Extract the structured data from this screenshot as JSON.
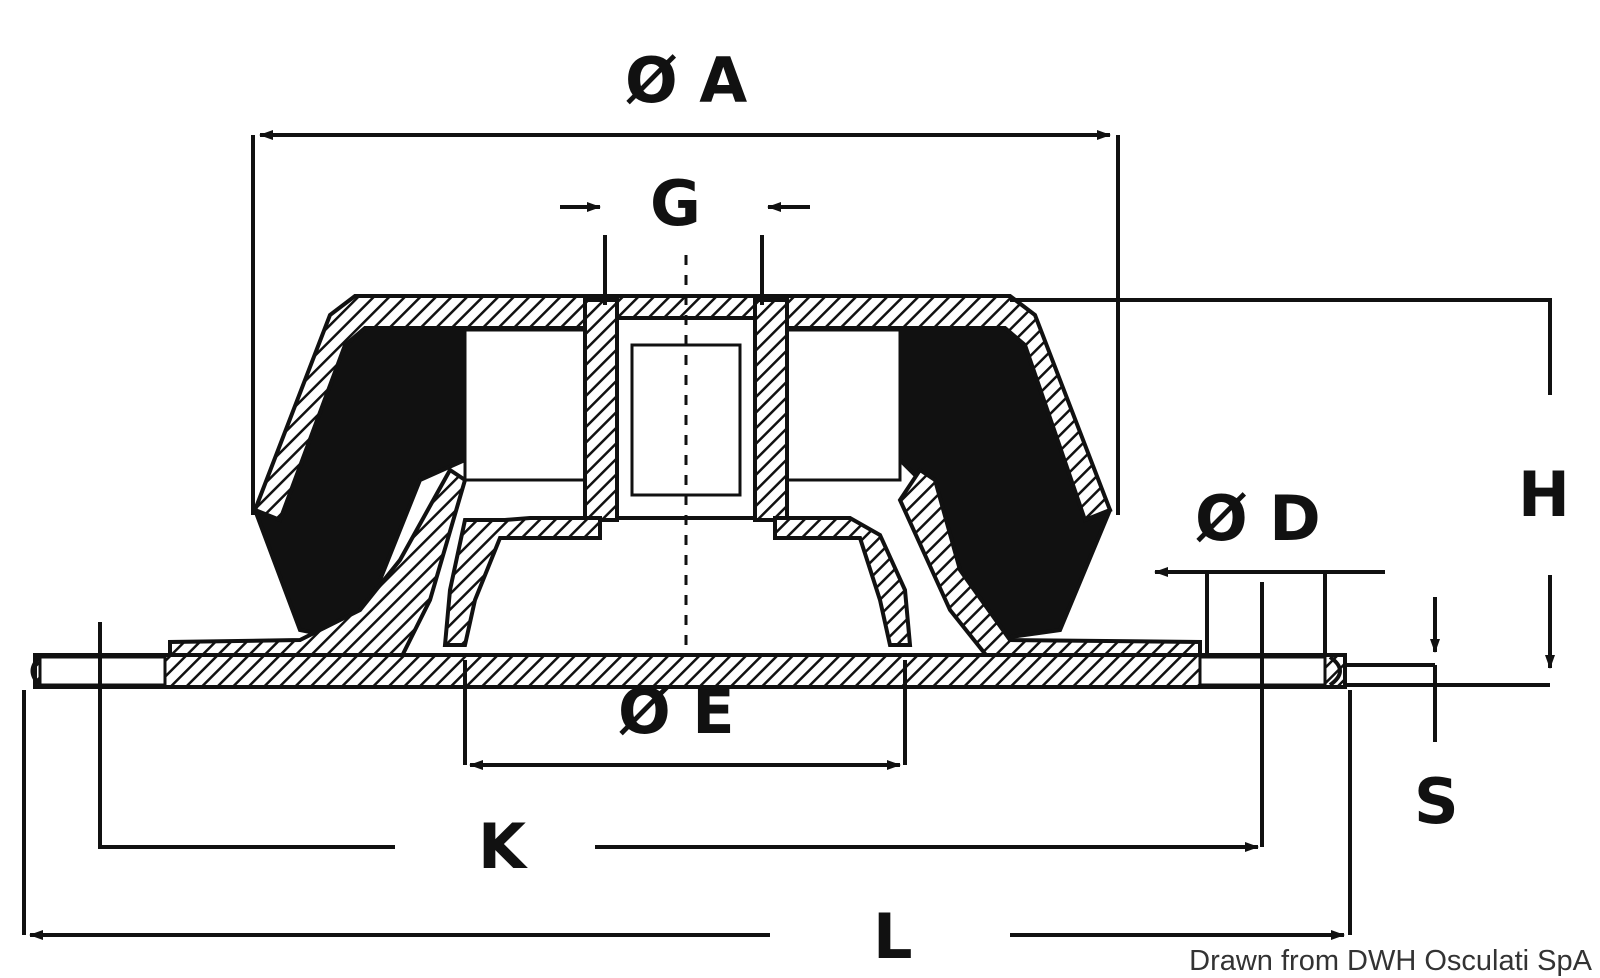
{
  "dimensions": {
    "a": "Ø A",
    "g": "G",
    "h": "H",
    "d": "Ø D",
    "s": "S",
    "e": "Ø E",
    "k": "K",
    "l": "L"
  },
  "credit": "Drawn from DWH Osculati SpA",
  "colors": {
    "line": "#111111",
    "rubber": "#111111",
    "background": "#ffffff"
  }
}
